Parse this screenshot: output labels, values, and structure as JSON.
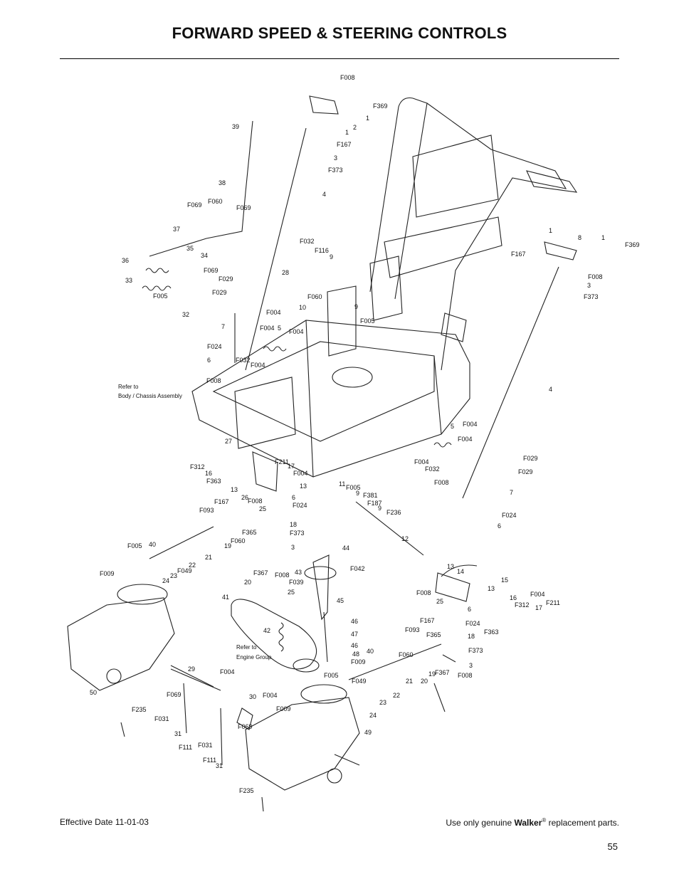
{
  "header": {
    "title": "FORWARD SPEED & STEERING CONTROLS"
  },
  "diagram": {
    "callouts": [
      "F008",
      "F369",
      "1",
      "2",
      "1",
      "F167",
      "3",
      "F373",
      "4",
      "39",
      "38",
      "F069",
      "F060",
      "F069",
      "37",
      "35",
      "34",
      "36",
      "33",
      "F069",
      "F005",
      "F029",
      "F029",
      "32",
      "F004",
      "7",
      "F004",
      "5",
      "F004",
      "F024",
      "6",
      "F032",
      "F004",
      "F008",
      "F032",
      "F116",
      "9",
      "28",
      "F060",
      "9",
      "10",
      "F005",
      "1",
      "8",
      "1",
      "F369",
      "F167",
      "F008",
      "3",
      "F373",
      "4",
      "27",
      "F312",
      "16",
      "F363",
      "F211",
      "17",
      "F004",
      "13",
      "6",
      "13",
      "F008",
      "26",
      "25",
      "F024",
      "F167",
      "F093",
      "11",
      "F005",
      "9",
      "F381",
      "F187",
      "9",
      "F236",
      "5",
      "F004",
      "F004",
      "F029",
      "F004",
      "F032",
      "F029",
      "F008",
      "7",
      "F024",
      "6",
      "18",
      "F373",
      "F365",
      "F005",
      "40",
      "19",
      "F060",
      "3",
      "44",
      "F042",
      "F367",
      "F008",
      "20",
      "43",
      "F039",
      "25",
      "45",
      "12",
      "F009",
      "24",
      "23",
      "22",
      "F049",
      "21",
      "13",
      "14",
      "F008",
      "15",
      "13",
      "16",
      "F004",
      "F312",
      "17",
      "F211",
      "25",
      "6",
      "F167",
      "F024",
      "F363",
      "F093",
      "18",
      "F365",
      "41",
      "42",
      "46",
      "47",
      "46",
      "48",
      "F009",
      "40",
      "F060",
      "F373",
      "3",
      "F367",
      "F008",
      "19",
      "20",
      "21",
      "22",
      "23",
      "F005",
      "F049",
      "50",
      "29",
      "F004",
      "30",
      "F004",
      "F009",
      "F069",
      "F069",
      "F235",
      "F031",
      "31",
      "F111",
      "F031",
      "F111",
      "31",
      "F235",
      "24",
      "49"
    ],
    "notes": {
      "body_ref_1": "Refer to",
      "body_ref_2": "Body / Chassis Assembly",
      "engine_ref_1": "Refer to",
      "engine_ref_2": "Engine Group"
    }
  },
  "footer": {
    "effective_date": "Effective Date 11-01-03",
    "genuine_prefix": "Use only genuine ",
    "brand": "Walker",
    "registered": "®",
    "genuine_suffix": " replacement parts.",
    "page_number": "55"
  }
}
